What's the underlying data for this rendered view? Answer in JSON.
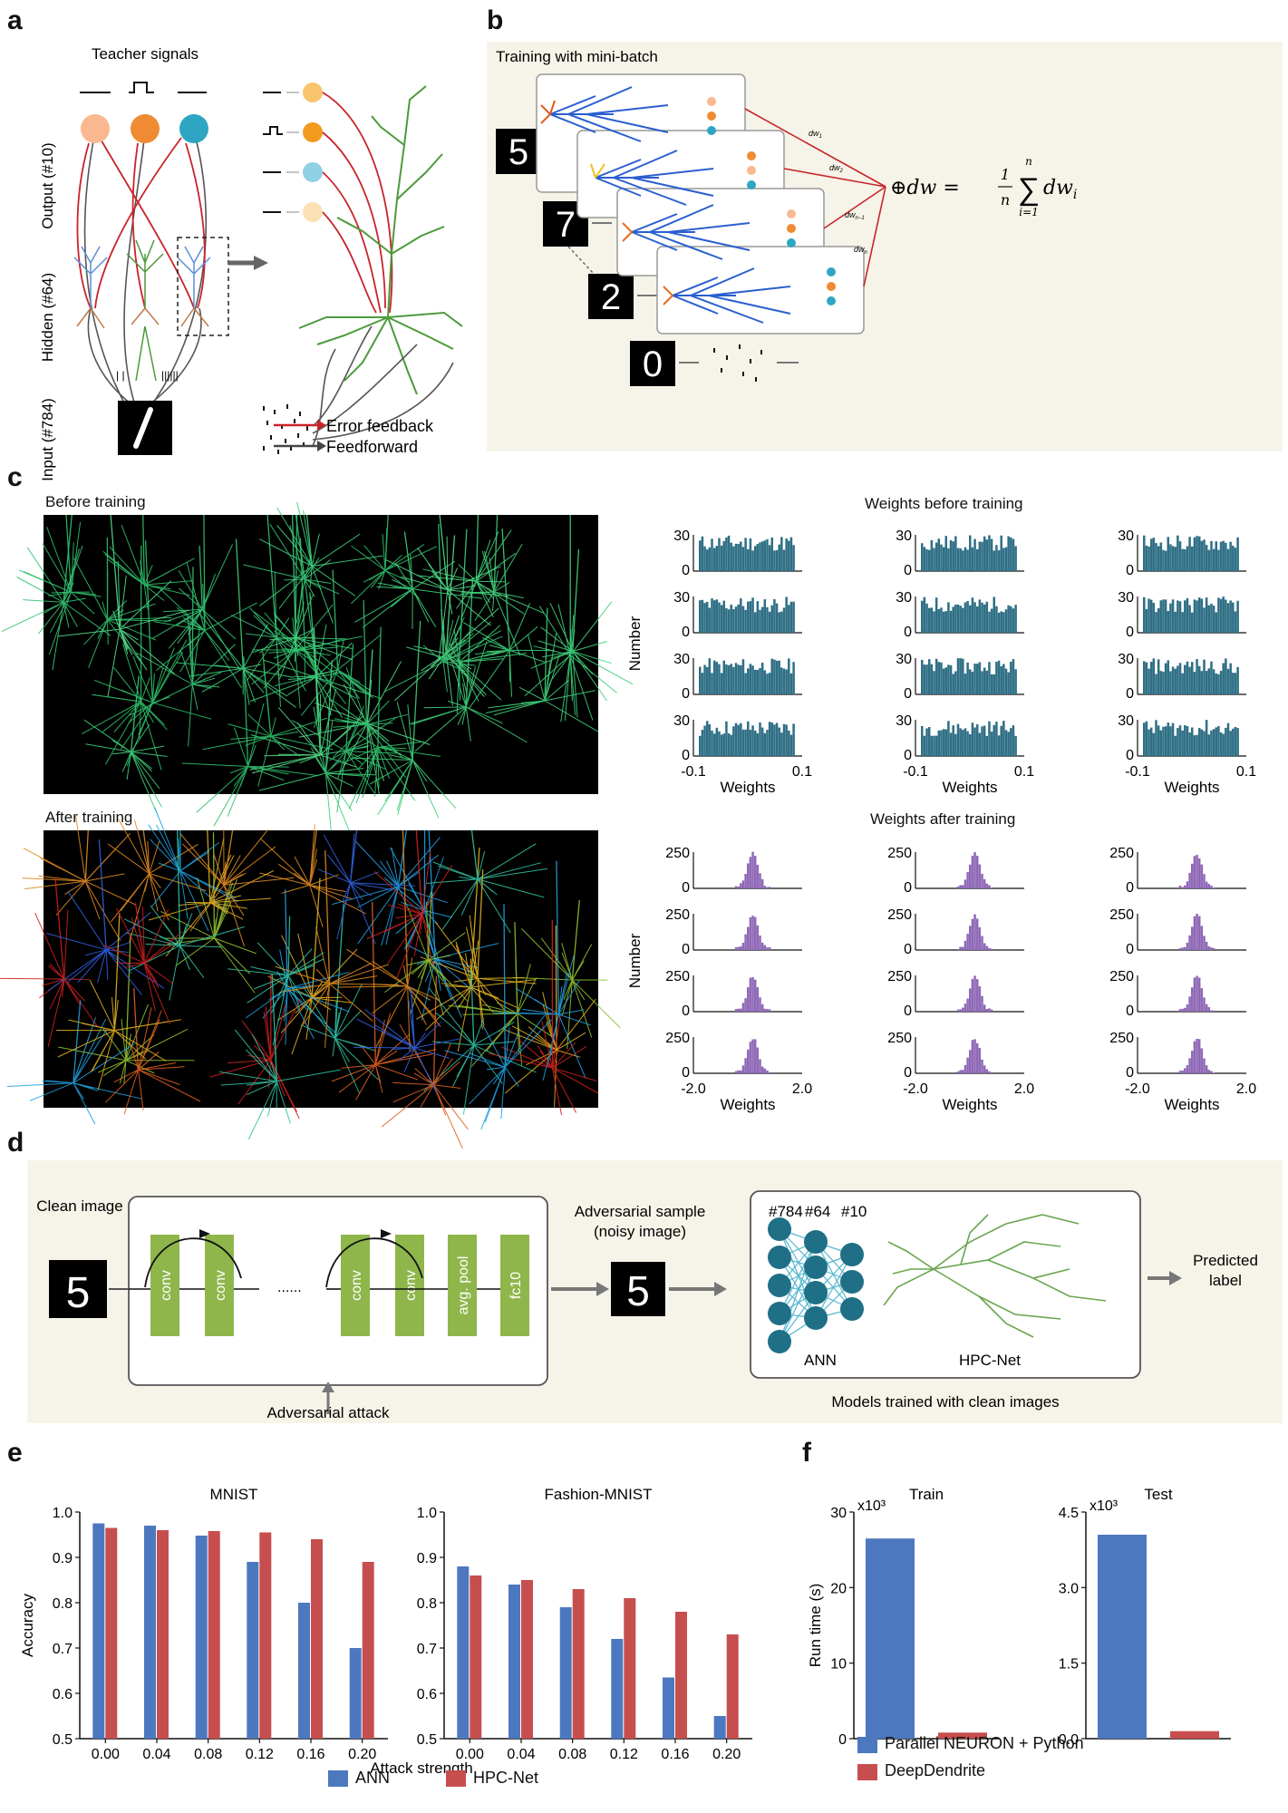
{
  "panels": {
    "a": "a",
    "b": "b",
    "c": "c",
    "d": "d",
    "e": "e",
    "f": "f"
  },
  "a": {
    "teacher": "Teacher signals",
    "output": "Output (#10)",
    "hidden": "Hidden (#64)",
    "input": "Input (#784)",
    "legend_error": "Error feedback",
    "legend_ff": "Feedforward",
    "colors": {
      "peach": "#f9b88f",
      "orange": "#ef8b33",
      "teal": "#2ea6c3",
      "red": "#c8242b",
      "gray": "#444444",
      "green": "#4c9a3c"
    }
  },
  "b": {
    "title": "Training with mini-batch",
    "digits": [
      "5",
      "7",
      "2",
      "0"
    ],
    "dw": [
      "dw",
      "dw",
      "dw",
      "dw"
    ],
    "dw_sub": [
      "1",
      "2",
      "n−1",
      "n"
    ],
    "formula_lhs": "⊕dw = ",
    "formula_num": "1",
    "formula_den": "n",
    "formula_sum": "∑",
    "formula_top": "n",
    "formula_bot": "i=1",
    "formula_term": "dw",
    "formula_term_sub": "i"
  },
  "c": {
    "before": "Before training",
    "after": "After training",
    "weights_before": "Weights before training",
    "weights_after": "Weights after training",
    "number": "Number",
    "weights": "Weights",
    "before_ticks": {
      "y_top": "30",
      "y_bot": "0",
      "x_left": "-0.1",
      "x_right": "0.1"
    },
    "after_ticks": {
      "y_top": "250",
      "y_bot": "0",
      "x_left": "-2.0",
      "x_right": "2.0"
    },
    "colors": {
      "before": "#2f6f85",
      "after": "#8f69b7"
    }
  },
  "d": {
    "clean": "Clean image",
    "adv_sample": "Adversarial sample",
    "noisy": "(noisy image)",
    "blocks": [
      "conv",
      "conv",
      "conv",
      "conv",
      "avg. pool",
      "fc10"
    ],
    "dots": "......",
    "adv_attack": "Adversarial attack",
    "layers": [
      "#784",
      "#64",
      "#10"
    ],
    "ann": "ANN",
    "hpc": "HPC-Net",
    "predicted": "Predicted",
    "label": "label",
    "models": "Models trained with clean images",
    "colors": {
      "block": "#8fb64b",
      "node": "#1f6f86",
      "edge": "#55b7d0"
    }
  },
  "e": {
    "xlabel": "Attack strength",
    "ylabel": "Accuracy",
    "legend": [
      "ANN",
      "HPC-Net"
    ]
  },
  "f": {
    "ylabel": "Run time (s)",
    "legend": [
      "Parallel NEURON + Python",
      "DeepDendrite"
    ]
  },
  "chart_data": [
    {
      "type": "bar",
      "title": "MNIST",
      "xlabel": "Attack strength",
      "ylabel": "Accuracy",
      "categories": [
        "0.00",
        "0.04",
        "0.08",
        "0.12",
        "0.16",
        "0.20"
      ],
      "ylim": [
        0.5,
        1.0
      ],
      "yticks": [
        "0.5",
        "0.6",
        "0.7",
        "0.8",
        "0.9",
        "1.0"
      ],
      "series": [
        {
          "name": "ANN",
          "color": "#4c78c0",
          "values": [
            0.975,
            0.97,
            0.948,
            0.89,
            0.8,
            0.7
          ]
        },
        {
          "name": "HPC-Net",
          "color": "#c74e4e",
          "values": [
            0.965,
            0.96,
            0.958,
            0.955,
            0.94,
            0.89
          ]
        }
      ]
    },
    {
      "type": "bar",
      "title": "Fashion-MNIST",
      "xlabel": "Attack strength",
      "ylabel": "Accuracy",
      "categories": [
        "0.00",
        "0.04",
        "0.08",
        "0.12",
        "0.16",
        "0.20"
      ],
      "ylim": [
        0.5,
        1.0
      ],
      "yticks": [
        "0.5",
        "0.6",
        "0.7",
        "0.8",
        "0.9",
        "1.0"
      ],
      "series": [
        {
          "name": "ANN",
          "color": "#4c78c0",
          "values": [
            0.88,
            0.84,
            0.79,
            0.72,
            0.635,
            0.55
          ]
        },
        {
          "name": "HPC-Net",
          "color": "#c74e4e",
          "values": [
            0.86,
            0.85,
            0.83,
            0.81,
            0.78,
            0.73
          ]
        }
      ]
    },
    {
      "type": "bar",
      "title": "Train",
      "ylabel": "Run time (s)",
      "multiplier": "x10³",
      "ylim": [
        0,
        30
      ],
      "yticks": [
        "0",
        "10",
        "20",
        "30"
      ],
      "series": [
        {
          "name": "Parallel NEURON + Python",
          "color": "#4c78c0",
          "values": [
            26.5
          ]
        },
        {
          "name": "DeepDendrite",
          "color": "#c74e4e",
          "values": [
            0.8
          ]
        }
      ]
    },
    {
      "type": "bar",
      "title": "Test",
      "ylabel": "Run time (s)",
      "multiplier": "x10³",
      "ylim": [
        0,
        4.5
      ],
      "yticks": [
        "0.0",
        "1.5",
        "3.0",
        "4.5"
      ],
      "series": [
        {
          "name": "Parallel NEURON + Python",
          "color": "#4c78c0",
          "values": [
            4.05
          ]
        },
        {
          "name": "DeepDendrite",
          "color": "#c74e4e",
          "values": [
            0.15
          ]
        }
      ]
    }
  ]
}
